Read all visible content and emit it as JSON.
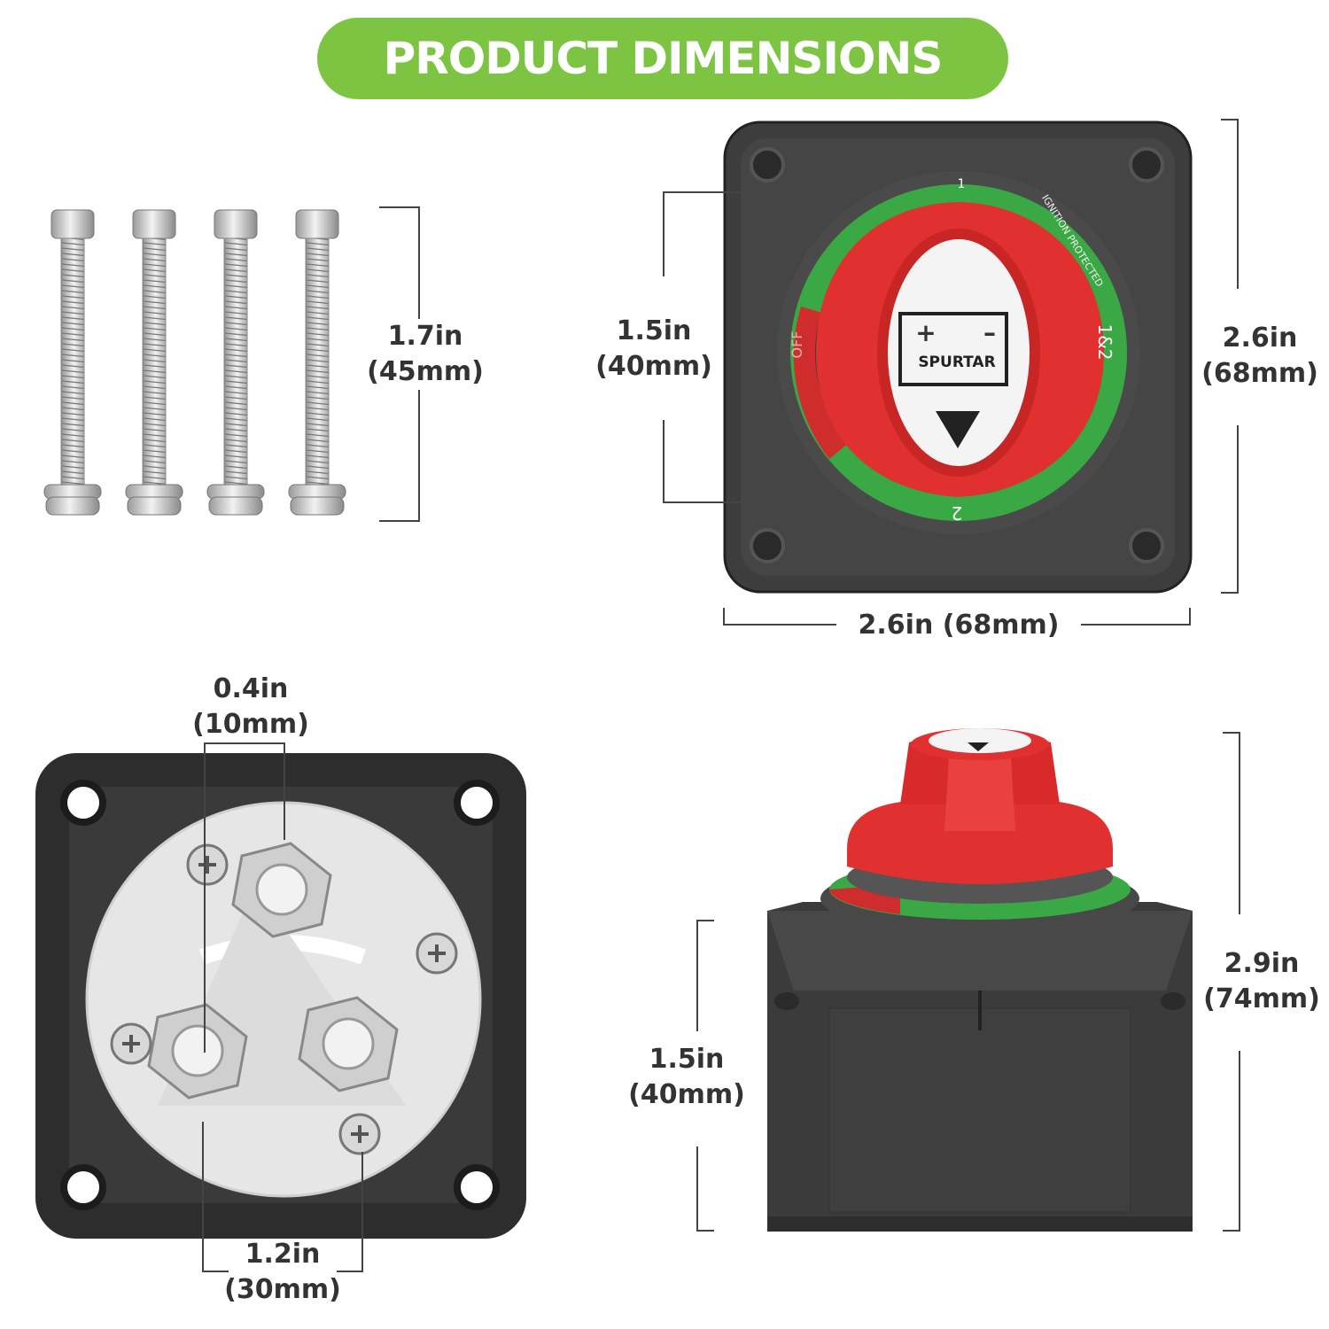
{
  "banner": {
    "title": "PRODUCT DIMENSIONS"
  },
  "colors": {
    "banner": "#7dc443",
    "housing": "#3d3d3d",
    "knob": "#e03030",
    "ring_green": "#3aa845",
    "terminal_plate": "#e6e6e6"
  },
  "screws": {
    "count": 4,
    "dimension": {
      "inches": "1.7in",
      "metric": "(45mm)"
    }
  },
  "front_view": {
    "brand": "SPURTAR",
    "ring_text": "IGNITION PROTECTED",
    "positions": [
      "1",
      "1&2",
      "2",
      "OFF"
    ],
    "battery_plus": "+",
    "battery_minus": "–",
    "dimension_knob": {
      "inches": "1.5in",
      "metric": "(40mm)"
    },
    "dimension_height": {
      "inches": "2.6in",
      "metric": "(68mm)"
    },
    "dimension_width": {
      "label": "2.6in (68mm)"
    }
  },
  "back_view": {
    "dimension_terminal": {
      "inches": "0.4in",
      "metric": "(10mm)"
    },
    "dimension_spacing": {
      "inches": "1.2in",
      "metric": "(30mm)"
    }
  },
  "side_view": {
    "dimension_base": {
      "inches": "1.5in",
      "metric": "(40mm)"
    },
    "dimension_total": {
      "inches": "2.9in",
      "metric": "(74mm)"
    }
  }
}
